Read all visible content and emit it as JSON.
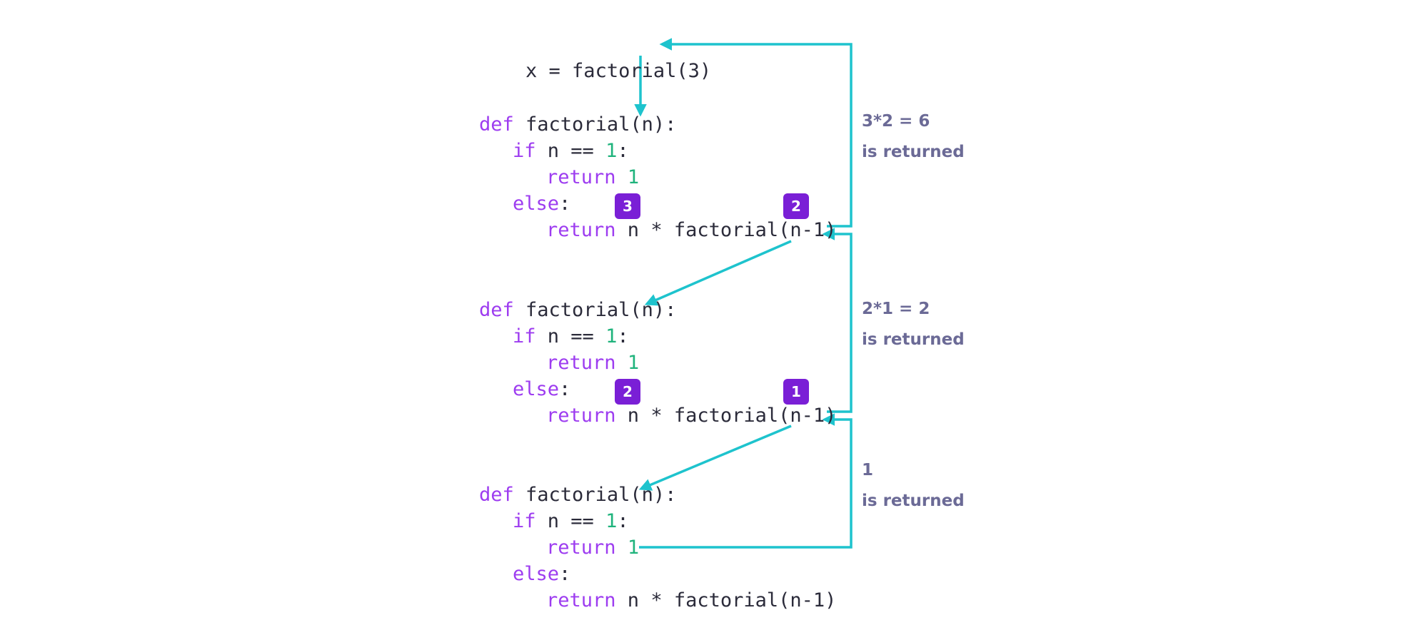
{
  "code": {
    "call_line": "x = factorial(3)",
    "def_kw": "def",
    "def_sig": " factorial(n):",
    "if_kw": "if",
    "if_cond": " n == ",
    "if_num": "1",
    "if_colon": ":",
    "return_kw": "return",
    "return_num": "1",
    "else_kw": "else",
    "else_colon": ":",
    "recursive_expr": " n * factorial(n-1)"
  },
  "badges": {
    "block1_n": "3",
    "block1_call": "2",
    "block2_n": "2",
    "block2_call": "1"
  },
  "annotations": {
    "return1_value": "3*2 = 6",
    "return1_label": "is returned",
    "return2_value": "2*1 = 2",
    "return2_label": "is returned",
    "return3_value": "1",
    "return3_label": "is returned"
  },
  "colors": {
    "arrow": "#1ec3cd",
    "keyword": "#9d3cf0",
    "number": "#1fb37c",
    "badge": "#7a1fd6",
    "annotation": "#6b6a96"
  }
}
